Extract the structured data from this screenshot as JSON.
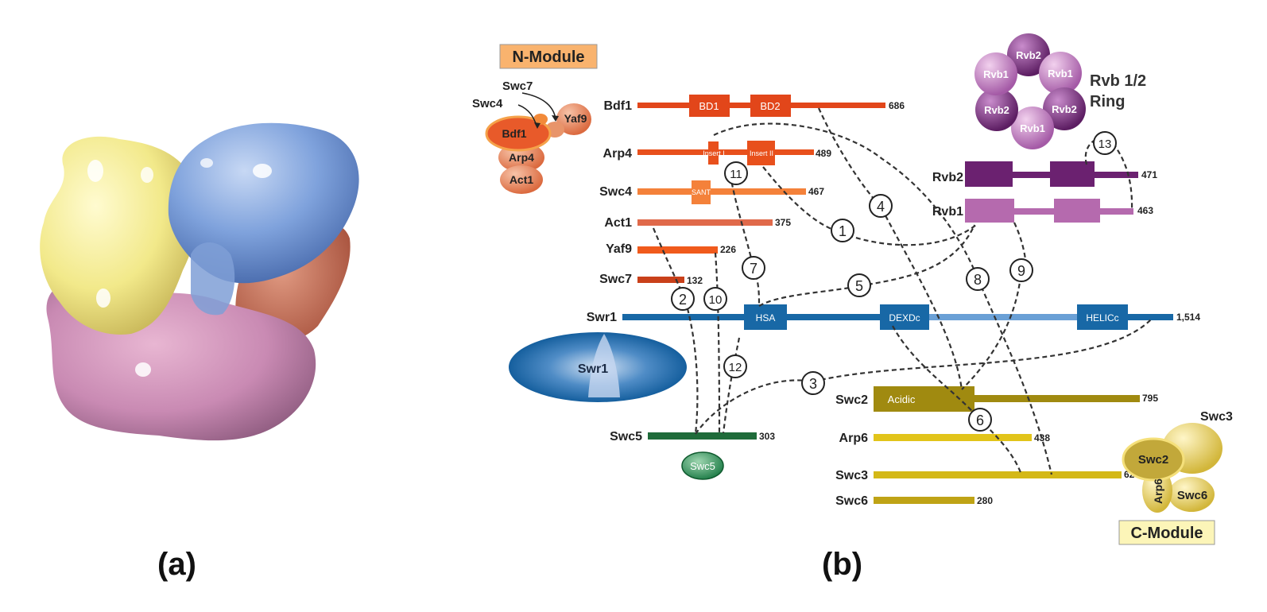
{
  "panel_labels": {
    "a": "(a)",
    "b": "(b)"
  },
  "modules": {
    "n_module": "N-Module",
    "c_module": "C-Module",
    "ring_title_1": "Rvb 1/2",
    "ring_title_2": "Ring"
  },
  "proteins": [
    {
      "id": "bdf1",
      "label": "Bdf1",
      "length": "686",
      "color": "#e2461a"
    },
    {
      "id": "arp4",
      "label": "Arp4",
      "length": "489",
      "color": "#e8501c"
    },
    {
      "id": "swc4",
      "label": "Swc4",
      "length": "467",
      "color": "#f4813a"
    },
    {
      "id": "act1",
      "label": "Act1",
      "length": "375",
      "color": "#e0694a"
    },
    {
      "id": "yaf9",
      "label": "Yaf9",
      "length": "226",
      "color": "#f05a1c"
    },
    {
      "id": "swc7",
      "label": "Swc7",
      "length": "132",
      "color": "#c9401a"
    },
    {
      "id": "swr1",
      "label": "Swr1",
      "length": "1,514",
      "color": "#1868a6"
    },
    {
      "id": "swc5",
      "label": "Swc5",
      "length": "303",
      "color": "#1f6b3a"
    },
    {
      "id": "rvb2",
      "label": "Rvb2",
      "length": "471",
      "color": "#6b2170"
    },
    {
      "id": "rvb1",
      "label": "Rvb1",
      "length": "463",
      "color": "#b56aae"
    },
    {
      "id": "swc2",
      "label": "Swc2",
      "length": "795",
      "color": "#a08a10"
    },
    {
      "id": "arp6",
      "label": "Arp6",
      "length": "438",
      "color": "#e2c41a"
    },
    {
      "id": "swc3",
      "label": "Swc3",
      "length": "625",
      "color": "#d4b817"
    },
    {
      "id": "swc6",
      "label": "Swc6",
      "length": "280",
      "color": "#bfa315"
    }
  ],
  "domains": {
    "bd1": "BD1",
    "bd2": "BD2",
    "insert1": "Insert I",
    "insert2": "Insert II",
    "sant": "SANT",
    "hsa": "HSA",
    "dexdc": "DEXDc",
    "helicc": "HELICc",
    "acidic": "Acidic"
  },
  "crosslinks": [
    "1",
    "2",
    "3",
    "4",
    "5",
    "6",
    "7",
    "8",
    "9",
    "10",
    "11",
    "12",
    "13"
  ],
  "n_cluster": {
    "bdf1": "Bdf1",
    "yaf9": "Yaf9",
    "arp4": "Arp4",
    "act1": "Act1",
    "swc4": "Swc4",
    "swc7": "Swc7"
  },
  "ring_subunits": [
    "Rvb2",
    "Rvb1",
    "Rvb2",
    "Rvb1",
    "Rvb2",
    "Rvb1"
  ],
  "swr1_blob": "Swr1",
  "swc5_blob": "Swc5",
  "c_cluster": {
    "swc3": "Swc3",
    "swc2": "Swc2",
    "arp6": "Arp6",
    "swc6": "Swc6"
  }
}
